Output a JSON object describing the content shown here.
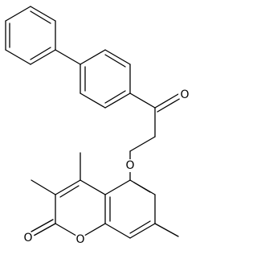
{
  "molecule": {
    "atom_labels": {
      "ketone_oxygen": "O",
      "ether_oxygen": "O",
      "carbonyl_oxygen": "O",
      "ring_oxygen": "O"
    },
    "colors": {
      "bond": "#000000",
      "label": "#000000",
      "background": "#ffffff"
    }
  }
}
